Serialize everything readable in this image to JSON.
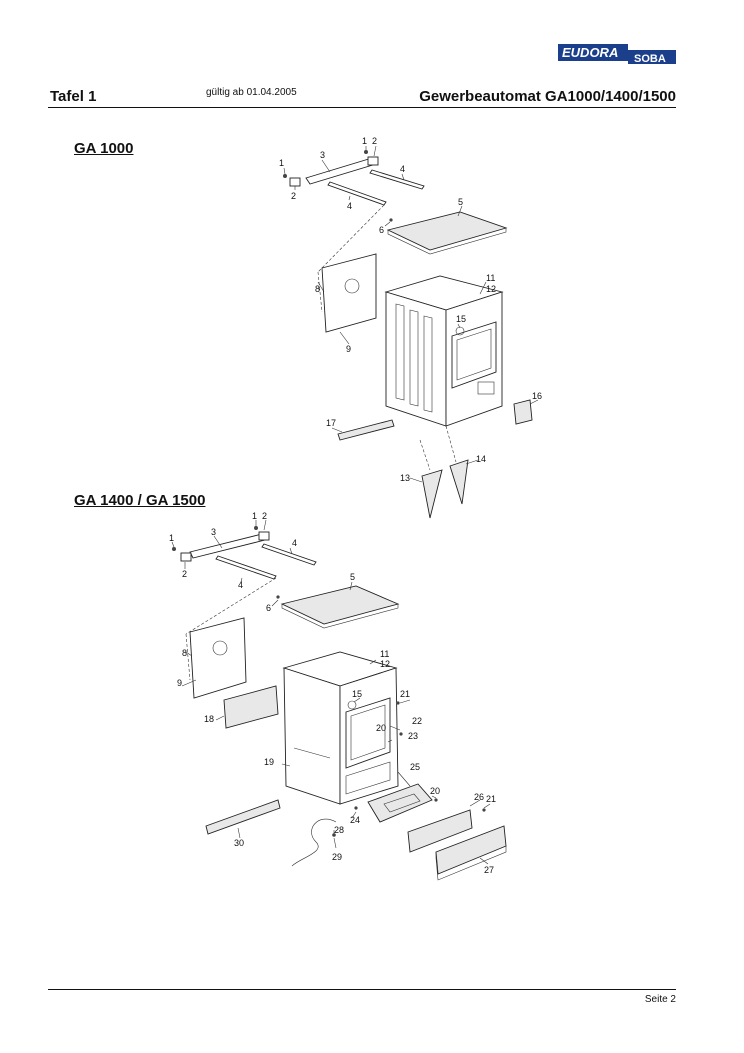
{
  "brand": {
    "logo_left": "EUDORA",
    "logo_right": "SOBA",
    "color_blue": "#1c3f8c"
  },
  "header": {
    "plate": "Tafel 1",
    "valid_from": "gültig ab 01.04.2005",
    "model_title": "Gewerbeautomat GA1000/1400/1500"
  },
  "sections": {
    "ga1000": {
      "title": "GA 1000",
      "callouts": {
        "p1": "1",
        "p2": "2",
        "p3": "3",
        "p4": "4",
        "p5": "5",
        "p6": "6",
        "p8": "8",
        "p9": "9",
        "p11": "11",
        "p12": "12",
        "p13": "13",
        "p14": "14",
        "p15": "15",
        "p16": "16",
        "p17": "17"
      }
    },
    "ga1400": {
      "title": "GA 1400  /  GA 1500",
      "callouts": {
        "p1": "1",
        "p2": "2",
        "p3": "3",
        "p4": "4",
        "p5": "5",
        "p6": "6",
        "p8": "8",
        "p9": "9",
        "p11": "11",
        "p12": "12",
        "p15": "15",
        "p18": "18",
        "p19": "19",
        "p20": "20",
        "p21": "21",
        "p22": "22",
        "p23": "23",
        "p24": "24",
        "p25": "25",
        "p26": "26",
        "p27": "27",
        "p28": "28",
        "p29": "29",
        "p30": "30"
      }
    }
  },
  "footer": {
    "page": "Seite 2"
  }
}
